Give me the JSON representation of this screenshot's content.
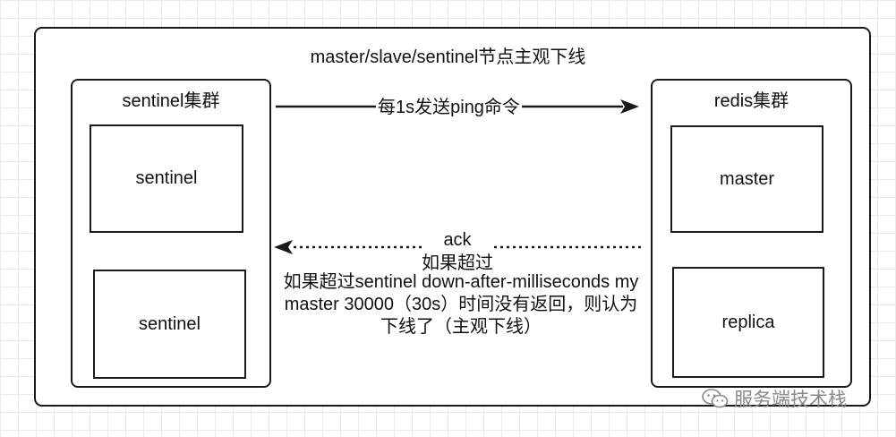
{
  "diagram": {
    "title": "master/slave/sentinel节点主观下线",
    "sentinel_cluster": {
      "label": "sentinel集群",
      "nodes": [
        "sentinel",
        "sentinel"
      ]
    },
    "redis_cluster": {
      "label": "redis集群",
      "nodes": [
        "master",
        "replica"
      ]
    },
    "ping_arrow": {
      "label": "每1s发送ping命令"
    },
    "ack_arrow": {
      "label": "ack",
      "sublabel": "如果超过",
      "description": "如果超过sentinel down-after-milliseconds mymaster 30000（30s）时间没有返回，则认为下线了（主观下线）"
    }
  },
  "watermark": {
    "text": "服务端技术栈"
  }
}
